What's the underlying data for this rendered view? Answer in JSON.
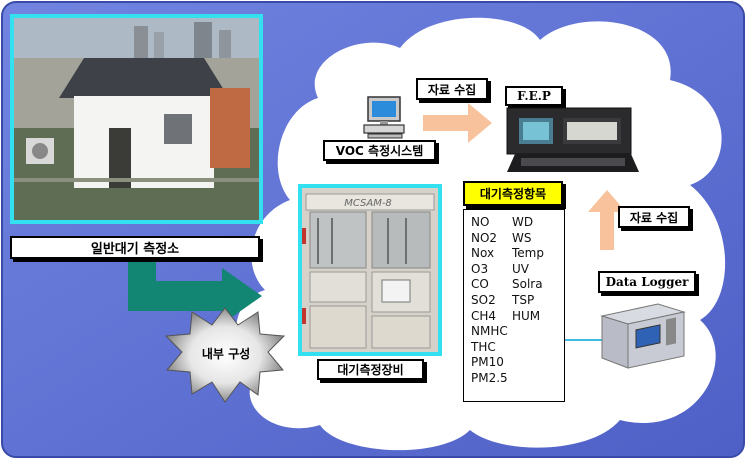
{
  "station": {
    "label": "일반대기 측정소"
  },
  "voc": {
    "label": "VOC 측정시스템"
  },
  "fep": {
    "label": "F.E.P"
  },
  "collect_top": {
    "label": "자료 수집"
  },
  "collect_right": {
    "label": "자료 수집"
  },
  "items": {
    "title": "대기측정항목",
    "col1": [
      "NO",
      "NO2",
      "Nox",
      "O3",
      "CO",
      "SO2",
      "CH4",
      "NMHC",
      "THC",
      "PM10",
      "PM2.5"
    ],
    "col2": [
      "WD",
      "WS",
      "Temp",
      "UV",
      "Solra",
      "TSP",
      "HUM"
    ]
  },
  "equipment": {
    "label": "대기측정장비",
    "panel_text": "MCSAM-8"
  },
  "logger": {
    "label": "Data Logger"
  },
  "internal": {
    "label": "내부 구성"
  },
  "colors": {
    "background": "#5b6ed2",
    "cloud": "#ffffff",
    "photo_border": "#33e0f0",
    "items_title_bg": "#ffff00",
    "arrow_peach": "#f7c29c",
    "arrow_teal": "#128673"
  }
}
